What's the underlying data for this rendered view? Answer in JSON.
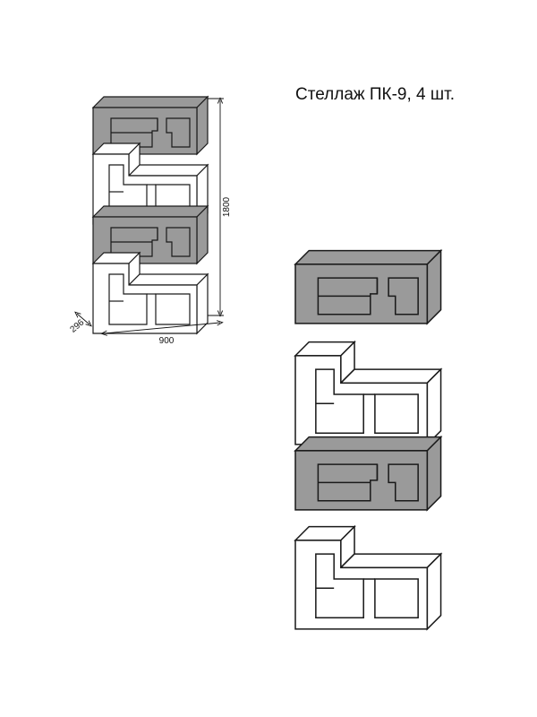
{
  "title": "Стеллаж ПК-9, 4 шт.",
  "dimensions": {
    "height": "1800",
    "width": "900",
    "depth": "296"
  },
  "colors": {
    "dark_panel": "#9a9a9a",
    "light_panel": "#ffffff",
    "stroke": "#1a1a1a"
  },
  "modules": [
    {
      "type": "dark-module",
      "count": 2
    },
    {
      "type": "light-module",
      "count": 2
    }
  ]
}
